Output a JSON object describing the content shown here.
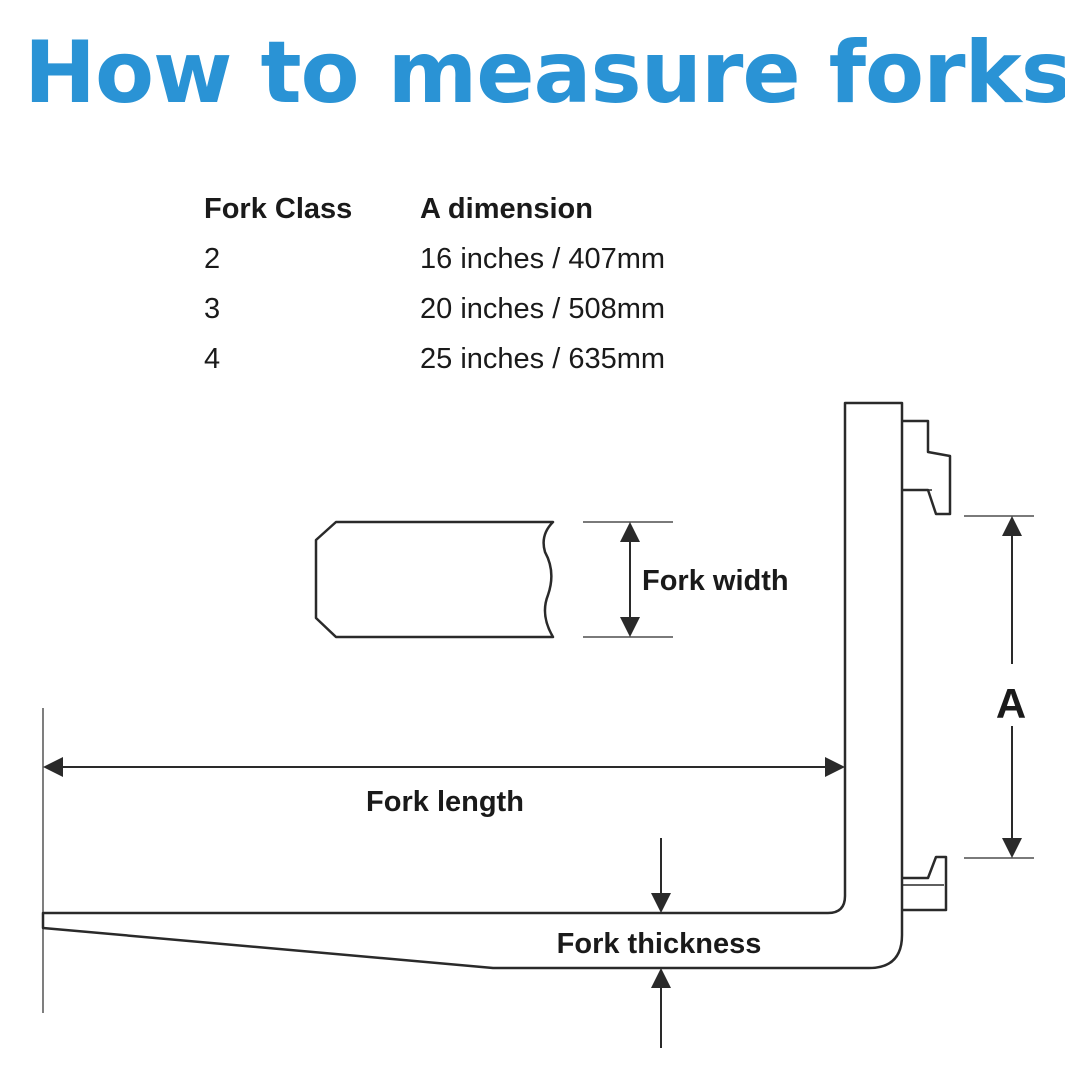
{
  "title": "How to measure forks",
  "table": {
    "headers": [
      "Fork Class",
      "A dimension"
    ],
    "rows": [
      [
        "2",
        "16 inches / 407mm"
      ],
      [
        "3",
        "20 inches / 508mm"
      ],
      [
        "4",
        "25 inches / 635mm"
      ]
    ]
  },
  "diagram": {
    "fork_width_label": "Fork width",
    "fork_length_label": "Fork length",
    "fork_thickness_label": "Fork thickness",
    "a_label": "A"
  },
  "colors": {
    "title": "#2a93d5",
    "text": "#1a1a1a",
    "line": "#2a2a2a"
  }
}
